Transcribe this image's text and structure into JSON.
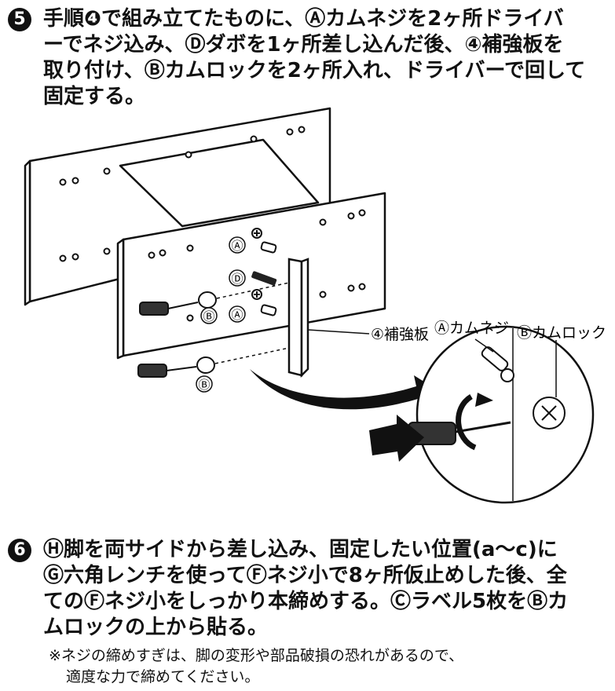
{
  "step5": {
    "number": "5",
    "lines": [
      "手順❹で組み立てたものに、Ⓐカムネジを2ヶ所ドライバ",
      "ーでネジ込み、Ⓓダボを1ヶ所差し込んだ後、④補強板を",
      "取り付け、Ⓑカムロックを2ヶ所入れ、ドライバーで回して",
      "固定する。"
    ]
  },
  "labels": {
    "a": "Ⓐ",
    "b": "Ⓑ",
    "d": "Ⓓ",
    "reinforcement": "④補強板",
    "cam_screw": "Ⓐカムネジ",
    "cam_lock": "Ⓑカムロック"
  },
  "step6": {
    "number": "6",
    "lines": [
      "Ⓗ脚を両サイドから差し込み、固定したい位置(a〜c)に",
      "Ⓖ六角レンチを使ってⒻネジ小で8ヶ所仮止めした後、全",
      "てのⒻネジ小をしっかり本締めする。Ⓒラベル5枚をⒷカ",
      "ムロックの上から貼る。"
    ]
  },
  "note": {
    "lines": [
      "※ネジの締めすぎは、脚の変形や部品破損の恐れがあるので、",
      "適度な力で締めてください。"
    ]
  }
}
